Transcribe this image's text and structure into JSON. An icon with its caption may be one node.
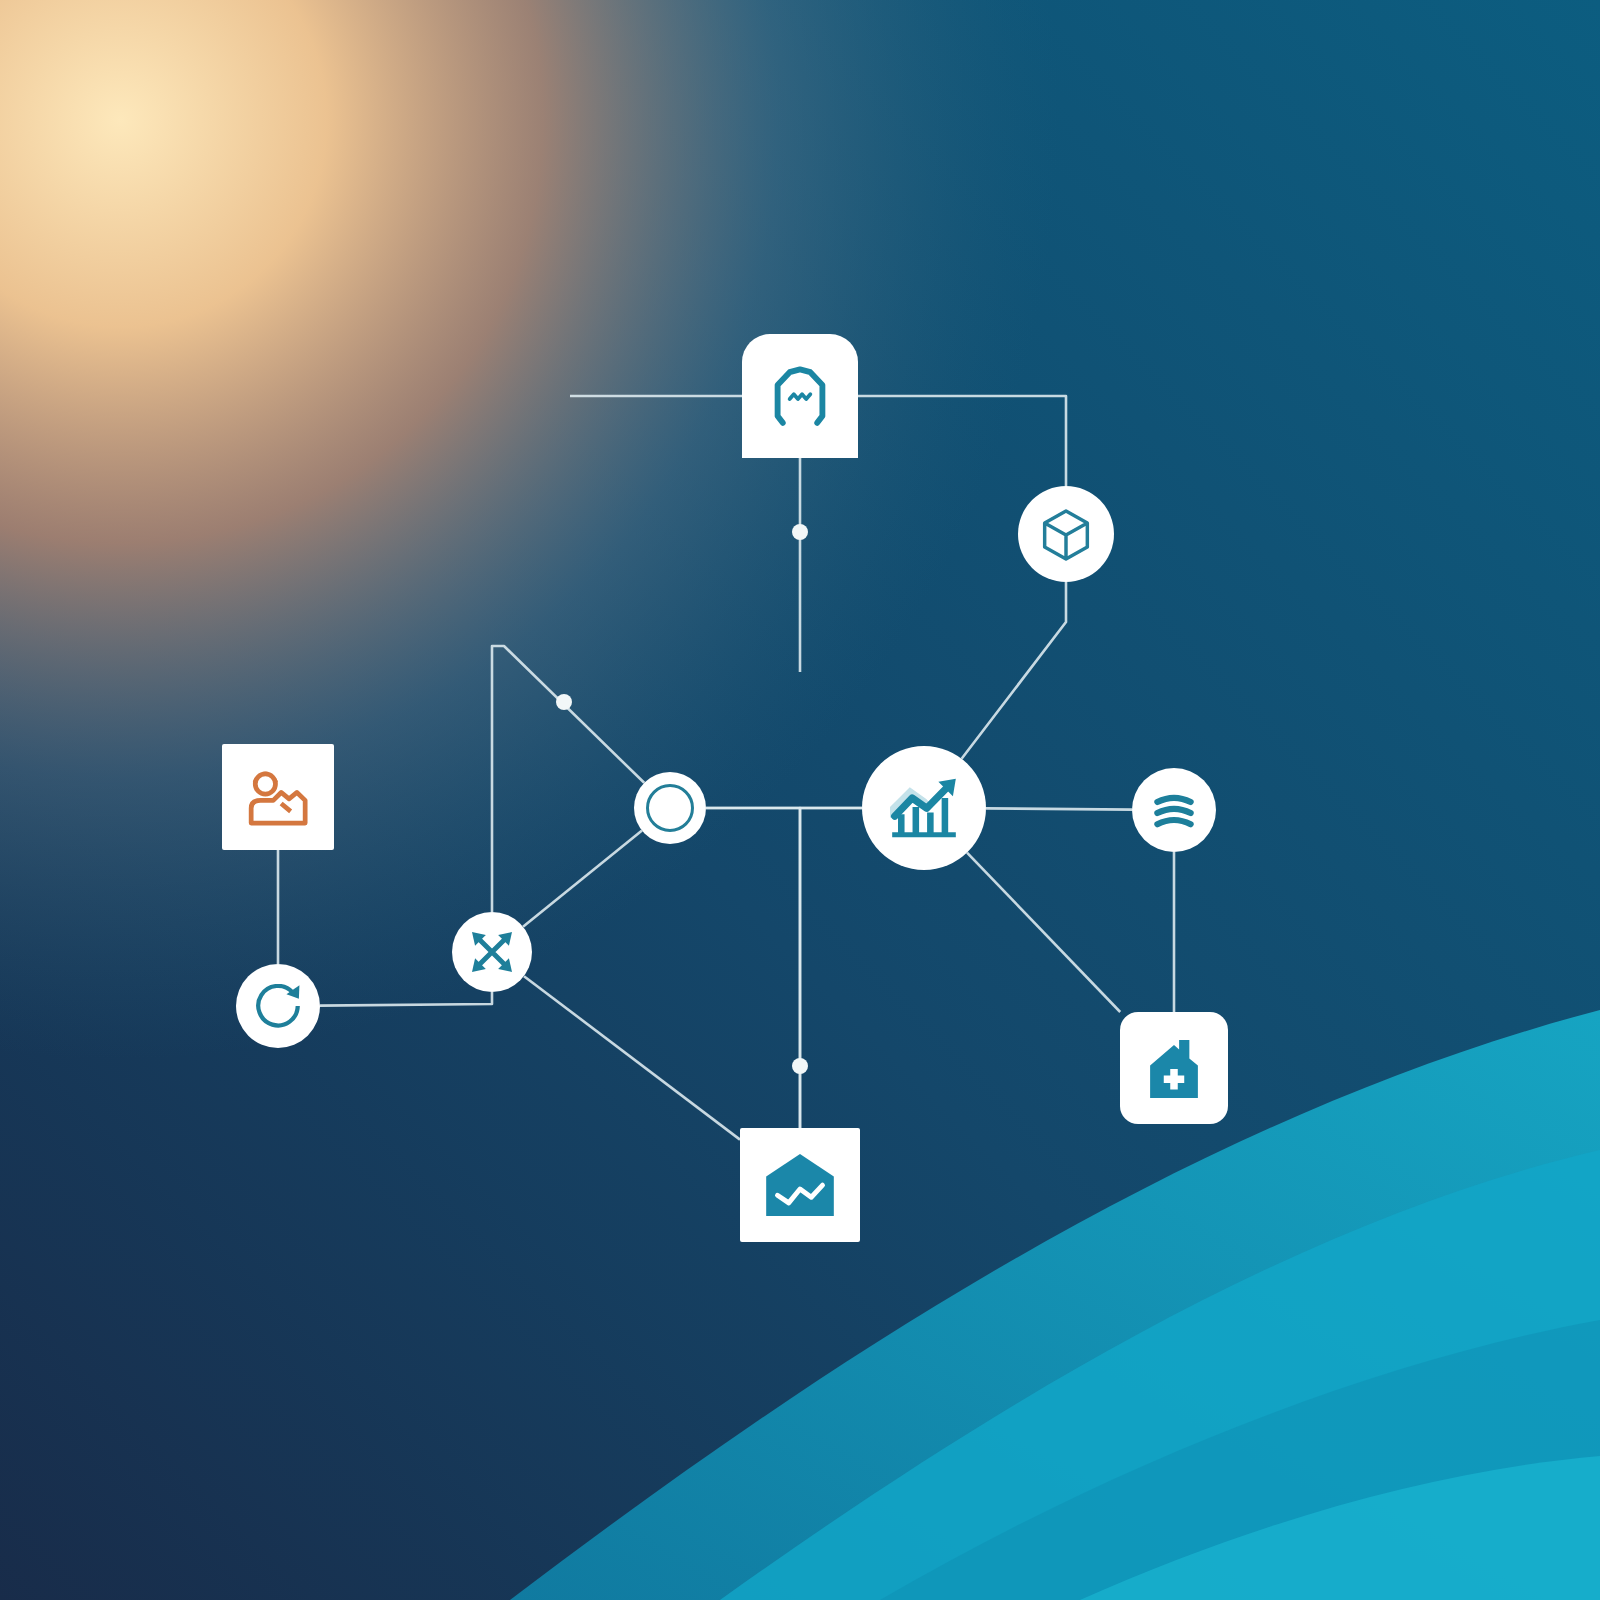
{
  "diagram": {
    "nodes": [
      {
        "text": [],
        "shape": "box"
      },
      {
        "text": [],
        "shape": "circle"
      },
      {
        "text": [],
        "shape": "box"
      },
      {
        "text": [],
        "shape": "circle"
      },
      {
        "text": [],
        "shape": "circle"
      },
      {
        "text": [],
        "shape": "circle"
      },
      {
        "text": [],
        "shape": "circle"
      },
      {
        "text": [],
        "shape": "circle"
      },
      {
        "text": [],
        "shape": "box"
      },
      {
        "text": [],
        "shape": "box"
      }
    ],
    "edges": [
      {
        "from": null,
        "to": 0,
        "arrow": "none"
      },
      {
        "from": 0,
        "to": 1,
        "arrow": "none"
      },
      {
        "from": 0,
        "to": null,
        "arrow": "none"
      },
      {
        "from": 1,
        "to": 4,
        "arrow": "none"
      },
      {
        "from": 3,
        "to": 4,
        "arrow": "none"
      },
      {
        "from": 3,
        "to": 9,
        "arrow": "none"
      },
      {
        "from": 4,
        "to": 9,
        "arrow": "none"
      },
      {
        "from": 4,
        "to": 5,
        "arrow": "none"
      },
      {
        "from": 5,
        "to": 8,
        "arrow": "none"
      },
      {
        "from": 4,
        "to": 8,
        "arrow": "none"
      },
      {
        "from": 2,
        "to": 7,
        "arrow": "none"
      },
      {
        "from": 7,
        "to": 6,
        "arrow": "none"
      },
      {
        "from": 6,
        "to": 3,
        "arrow": "none"
      },
      {
        "from": 6,
        "to": 3,
        "arrow": "none"
      },
      {
        "from": 6,
        "to": 9,
        "arrow": "none"
      }
    ]
  }
}
